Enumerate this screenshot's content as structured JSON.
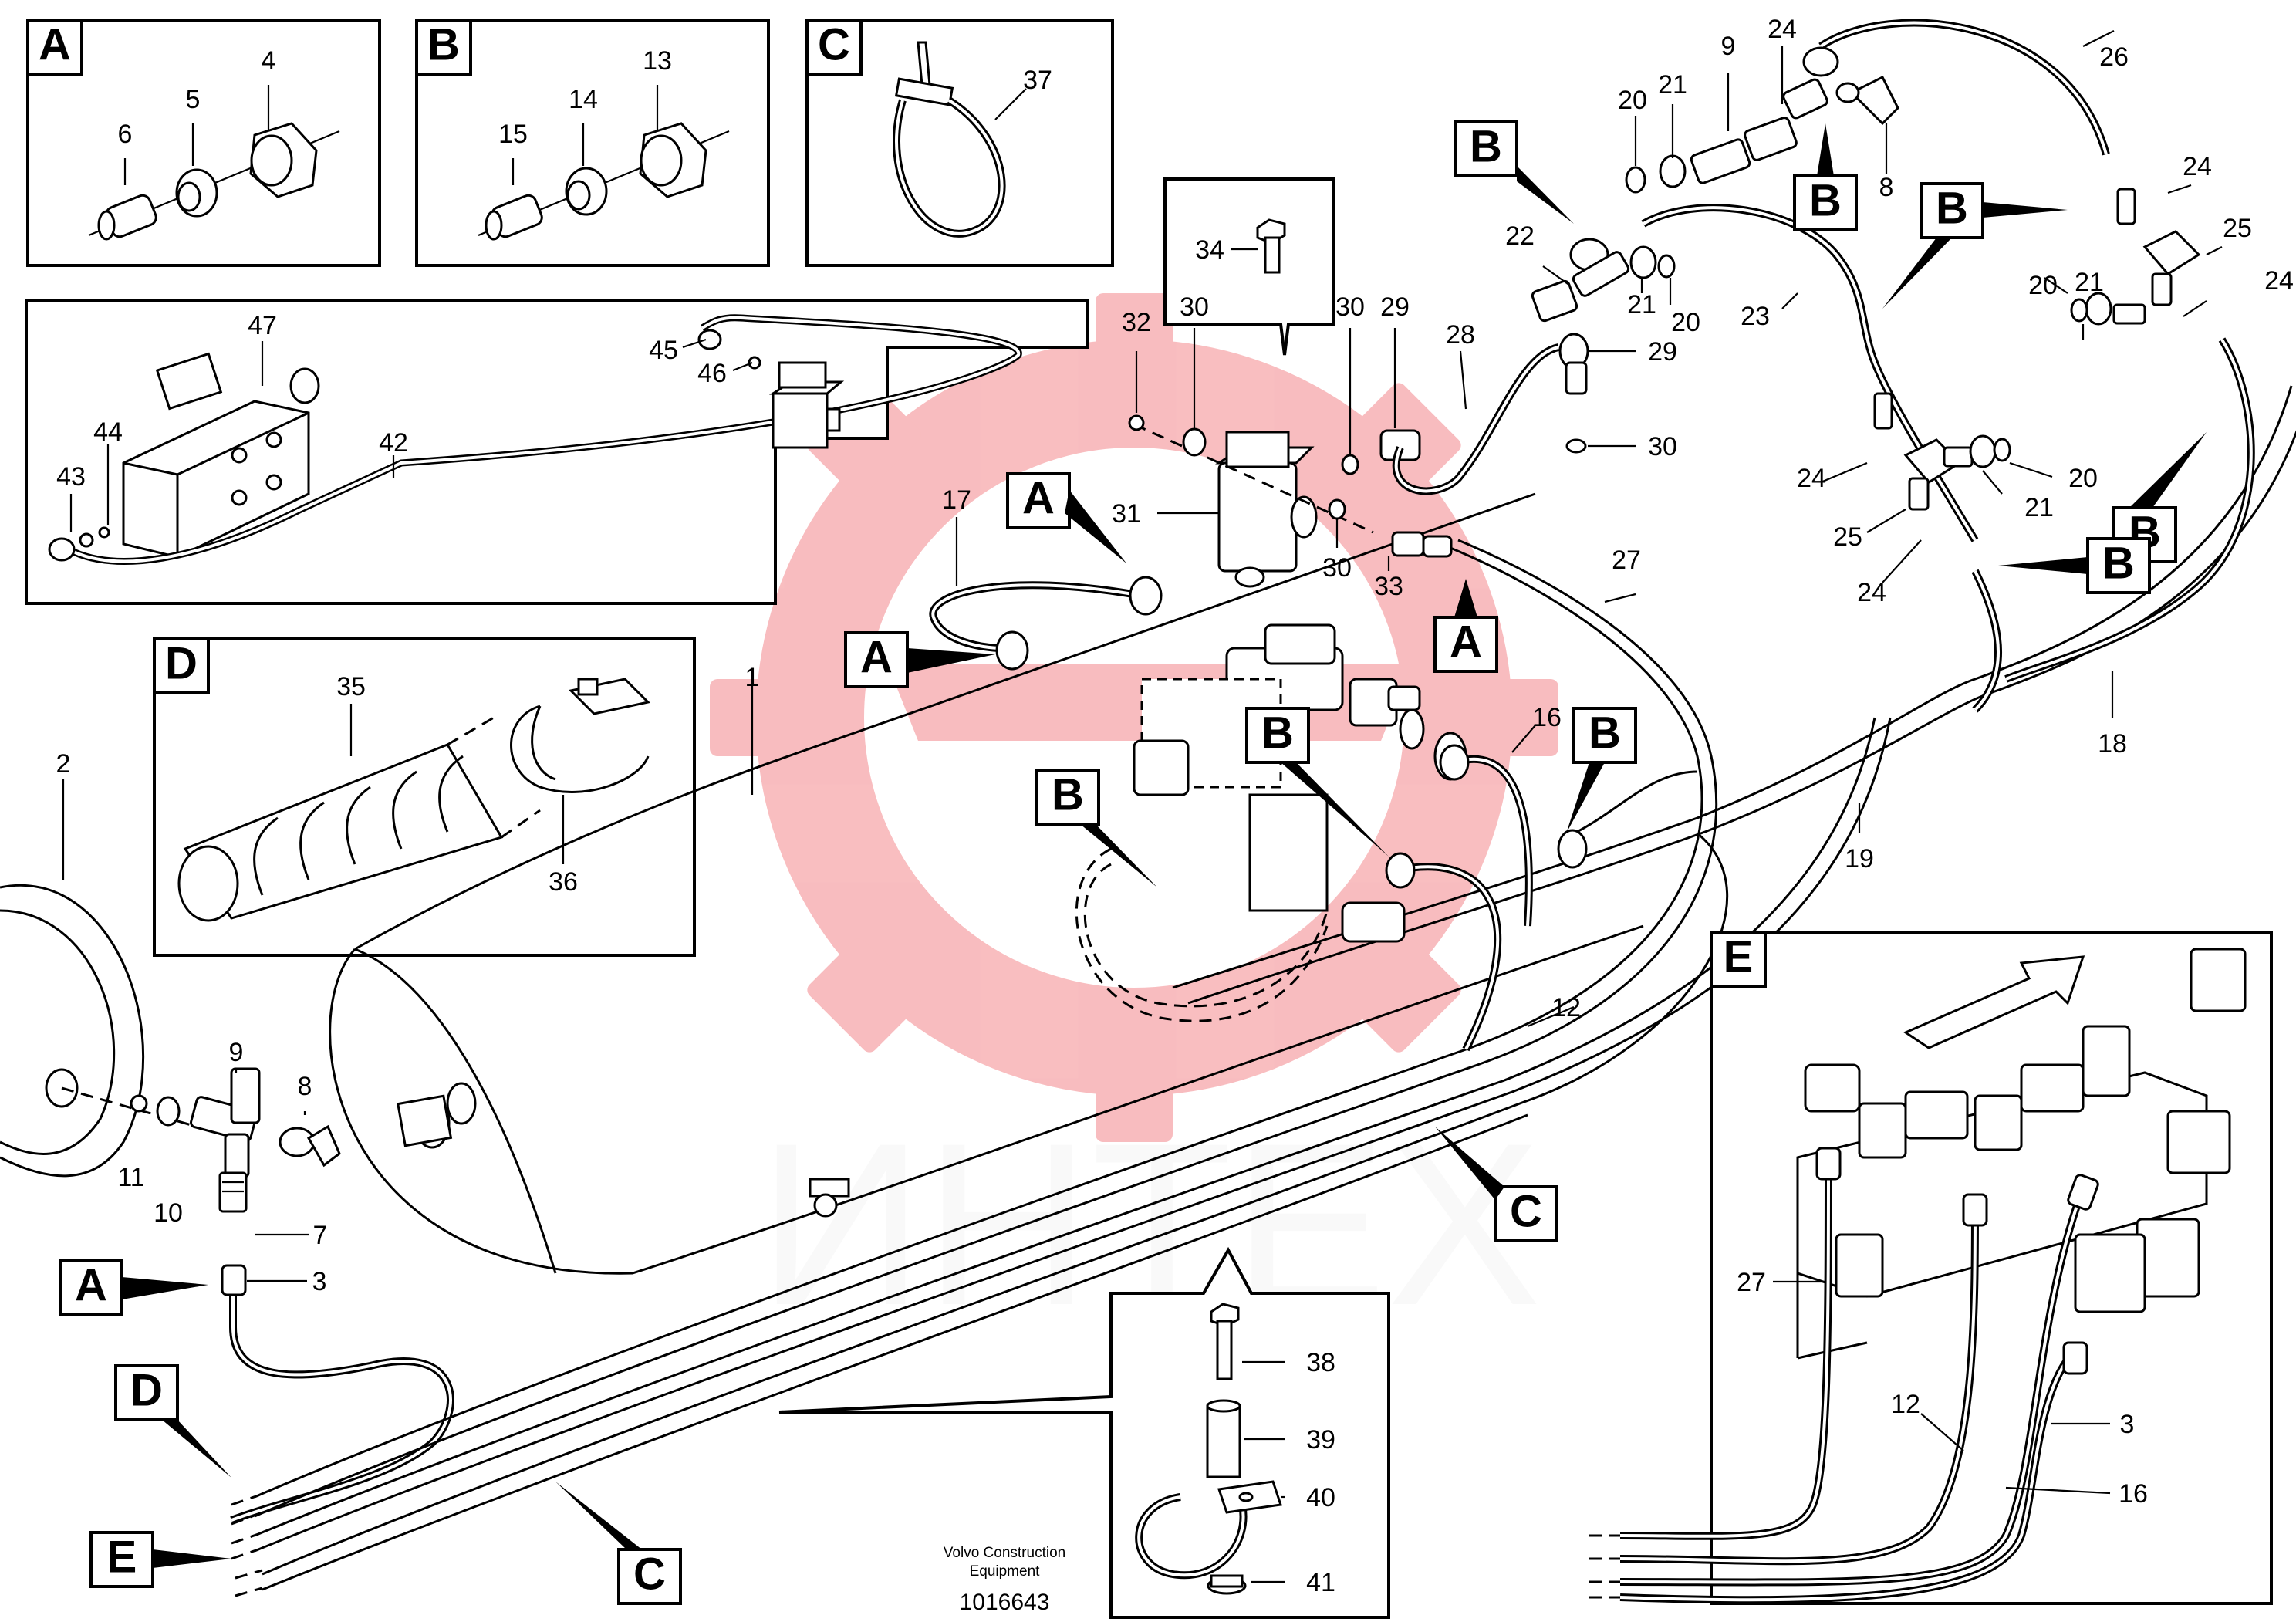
{
  "inset_letters": {
    "a": "A",
    "b": "B",
    "c": "C",
    "d": "D",
    "e": "E"
  },
  "callout_letters": {
    "a": "A",
    "b": "B",
    "c": "C",
    "d": "D",
    "e": "E"
  },
  "part_numbers": {
    "p1": "1",
    "p2": "2",
    "p3": "3",
    "p4": "4",
    "p5": "5",
    "p6": "6",
    "p7": "7",
    "p8": "8",
    "p9": "9",
    "p10": "10",
    "p11": "11",
    "p12": "12",
    "p13": "13",
    "p14": "14",
    "p15": "15",
    "p16": "16",
    "p17": "17",
    "p18": "18",
    "p19": "19",
    "p20": "20",
    "p21": "21",
    "p22": "22",
    "p23": "23",
    "p24": "24",
    "p25": "25",
    "p26": "26",
    "p27": "27",
    "p28": "28",
    "p29": "29",
    "p30": "30",
    "p31": "31",
    "p32": "32",
    "p33": "33",
    "p34": "34",
    "p35": "35",
    "p36": "36",
    "p37": "37",
    "p38": "38",
    "p39": "39",
    "p40": "40",
    "p41": "41",
    "p42": "42",
    "p43": "43",
    "p44": "44",
    "p45": "45",
    "p46": "46",
    "p47": "47"
  },
  "credit": {
    "line1": "Volvo Construction",
    "line2": "Equipment"
  },
  "document_number": "1016643",
  "watermark": {
    "text": "ИНТЕХ",
    "color": "#e8141c"
  }
}
